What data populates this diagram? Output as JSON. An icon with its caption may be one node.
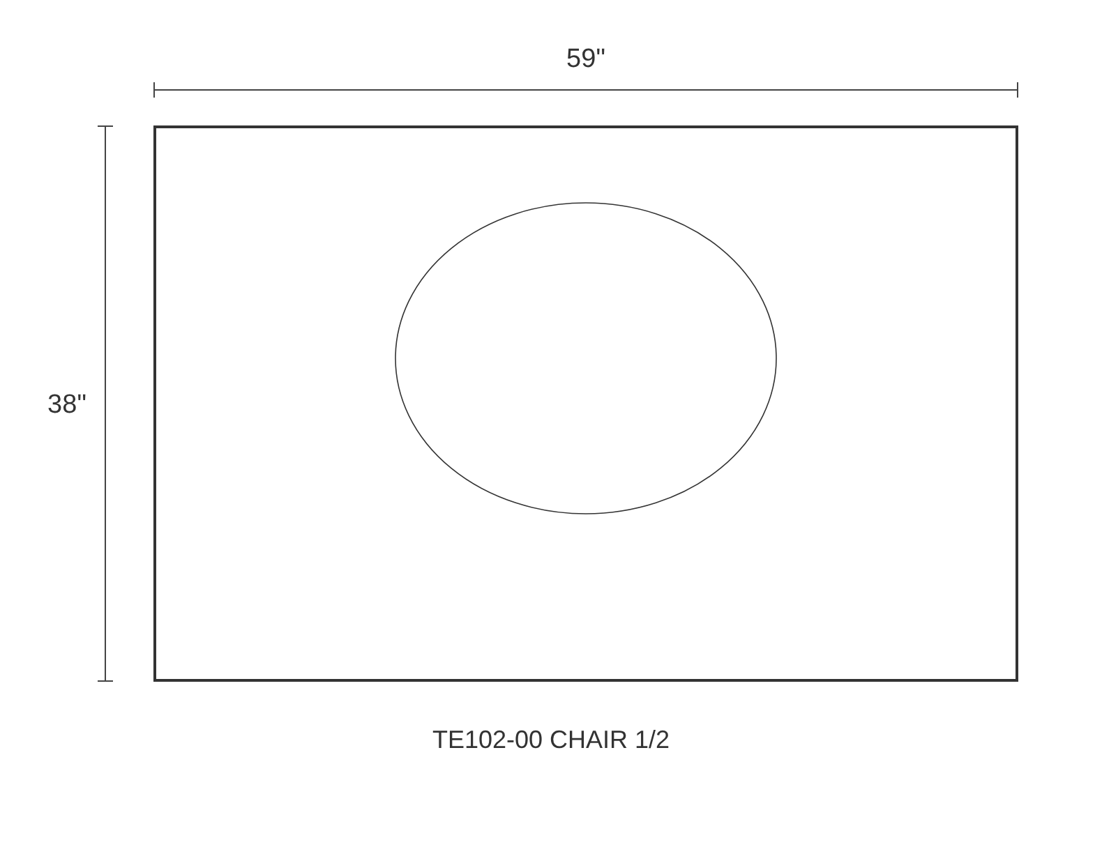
{
  "diagram": {
    "caption": "TE102-00 CHAIR 1/2",
    "nodes": [
      {
        "text": [],
        "shape": "box"
      },
      {
        "text": [],
        "shape": "ellipse",
        "in": 0
      }
    ],
    "labels": [
      "59\"",
      "38\""
    ]
  }
}
